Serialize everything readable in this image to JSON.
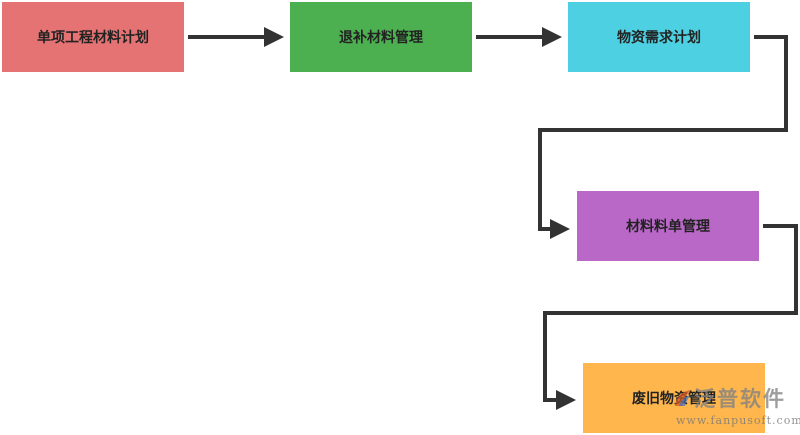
{
  "nodes": [
    {
      "label": "单项工程材料计划",
      "color": "#e57373"
    },
    {
      "label": "退补材料管理",
      "color": "#4caf50"
    },
    {
      "label": "物资需求计划",
      "color": "#4dd0e1"
    },
    {
      "label": "材料料单管理",
      "color": "#ba68c8"
    },
    {
      "label": "废旧物资管理",
      "color": "#ffb74d"
    }
  ],
  "watermark": {
    "brand": "泛普软件",
    "url": "www.fanpusoft.com"
  },
  "connector_color": "#333333"
}
